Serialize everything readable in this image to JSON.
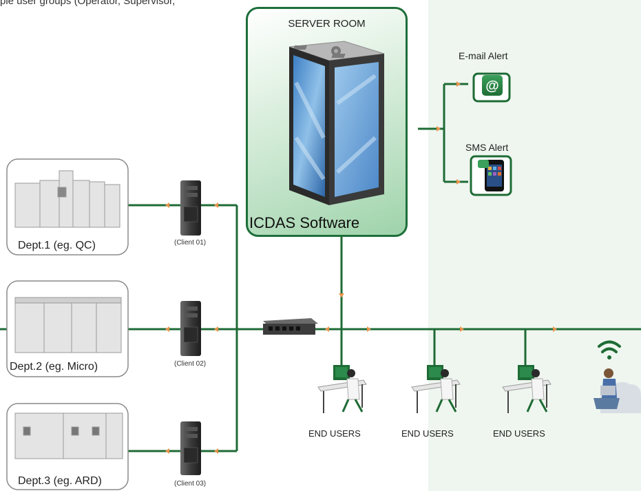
{
  "header": {
    "partial_text": "ple user groups (Operator, Supervisor,"
  },
  "server_room": {
    "title": "SERVER ROOM",
    "software": "ICDAS Software"
  },
  "alerts": [
    {
      "label": "E-mail Alert",
      "glyph": "@"
    },
    {
      "label": "SMS Alert"
    }
  ],
  "departments": [
    {
      "label": "Dept.1 (eg. QC)",
      "client": "(Client 01)"
    },
    {
      "label": "Dept.2 (eg. Micro)",
      "client": "(Client 02)"
    },
    {
      "label": "Dept.3 (eg. ARD)",
      "client": "(Client 03)"
    }
  ],
  "end_users": [
    {
      "label": "END USERS"
    },
    {
      "label": "END USERS"
    },
    {
      "label": "END USERS"
    }
  ],
  "icons": [
    "server-rack-icon",
    "email-alert-icon",
    "sms-phone-icon",
    "client-tower-icon",
    "network-switch-icon",
    "workstation-user-icon",
    "wifi-icon",
    "remote-user-laptop-icon",
    "cabinet-equipment-icon"
  ],
  "colors": {
    "line": "#1e6b35",
    "arrow": "#e8924a",
    "frame": "#1d6e3a",
    "panel": "#eef6ef"
  }
}
